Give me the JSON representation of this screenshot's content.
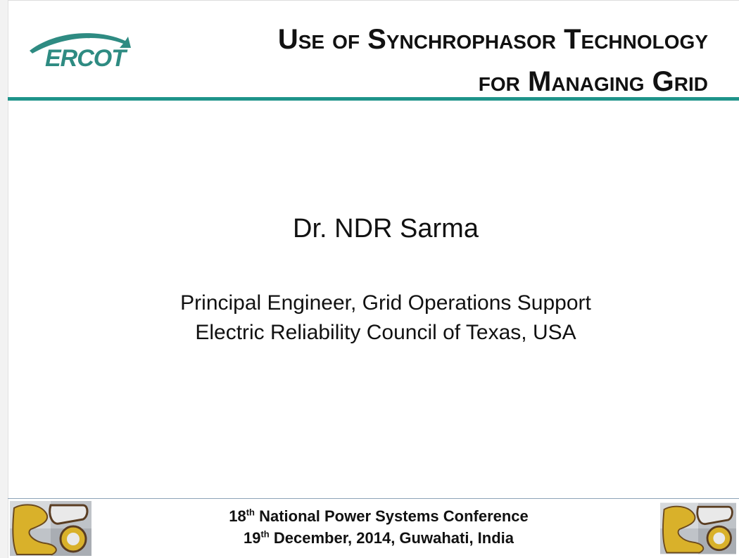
{
  "slide": {
    "logo": {
      "text": "ERCOT",
      "icon": "ercot-swoosh-icon",
      "color": "#2e8b82"
    },
    "title": {
      "line1": "Use of Synchrophasor Technology",
      "line2": "for Managing Grid"
    },
    "accent_color": "#1f948a",
    "presenter": "Dr. NDR Sarma",
    "affiliation": {
      "line1": "Principal Engineer, Grid Operations Support",
      "line2": "Electric Reliability Council of Texas, USA"
    },
    "footer": {
      "line1_number": "18",
      "line1_suffix": "th",
      "line1_text": " National Power Systems Conference",
      "line2_number": "19",
      "line2_suffix": "th",
      "line2_text": " December, 2014, Guwahati, India",
      "emblem_icon": "conference-emblem-icon"
    }
  }
}
